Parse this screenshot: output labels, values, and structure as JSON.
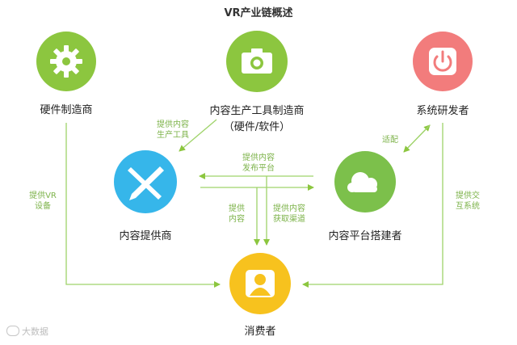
{
  "title": "VR产业链概述",
  "nodes": {
    "hardware": {
      "label": "硬件制造商",
      "icon": "gear-icon",
      "color": "#8cc63f"
    },
    "tools": {
      "label": "内容生产工具制造商",
      "sublabel": "（硬件/软件）",
      "icon": "camera-icon",
      "color": "#8cc63f"
    },
    "system": {
      "label": "系统研发者",
      "icon": "power-icon",
      "color": "#f27c7c"
    },
    "content": {
      "label": "内容提供商",
      "icon": "pen-icon",
      "color": "#36b6ea"
    },
    "platform": {
      "label": "内容平台搭建者",
      "icon": "cloud-icon",
      "color": "#7cc04b"
    },
    "consumer": {
      "label": "消费者",
      "icon": "person-icon",
      "color": "#f7c21e"
    }
  },
  "edges": {
    "tools_to_content": "提供内容\n生产工具",
    "content_to_platform": "提供内容\n发布平台",
    "system_platform": "适配",
    "hardware_to_consumer": "提供VR\n设备",
    "content_to_consumer": "提供\n内容",
    "platform_to_consumer": "提供内容\n获取渠道",
    "system_to_consumer": "提供交\n互系统"
  },
  "watermark": "大数据"
}
